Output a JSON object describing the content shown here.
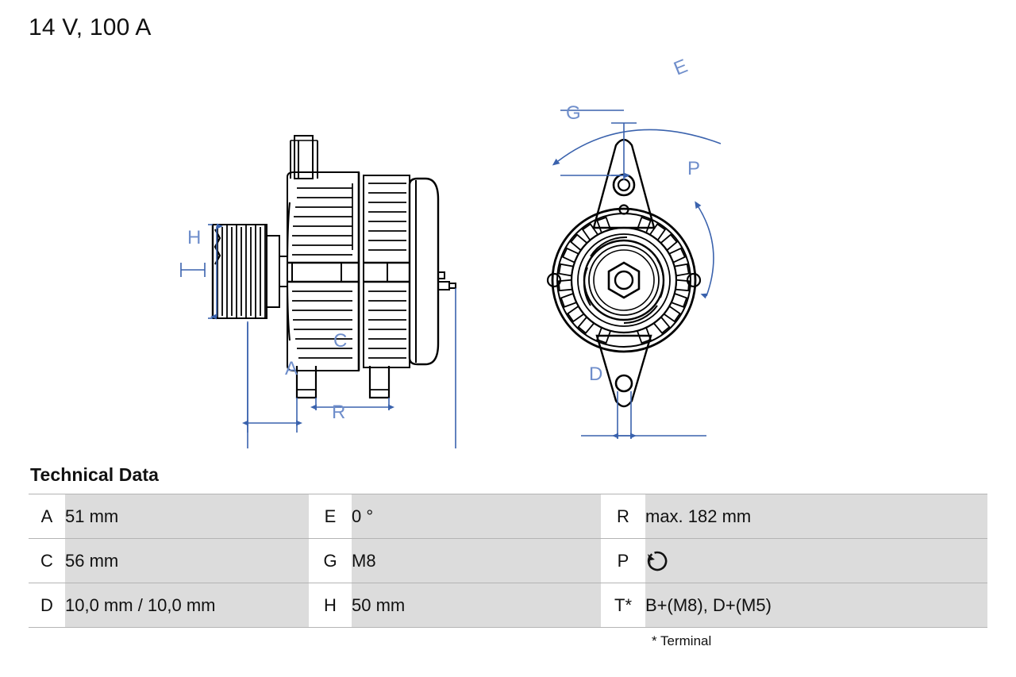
{
  "header": {
    "title": "14 V, 100 A"
  },
  "drawing": {
    "side_view_labels": [
      "H",
      "C",
      "A",
      "R"
    ],
    "front_view_labels": [
      "E",
      "G",
      "P",
      "D"
    ],
    "dimension_color": "#3a62ad",
    "line_color": "#000000",
    "labels": {
      "H": "H",
      "C": "C",
      "A": "A",
      "R": "R",
      "E": "E",
      "G": "G",
      "P": "P",
      "D": "D"
    }
  },
  "tech": {
    "heading": "Technical Data",
    "rows": [
      {
        "k1": "A",
        "v1": "51 mm",
        "k2": "E",
        "v2": "0 °",
        "k3": "R",
        "v3": "max. 182 mm"
      },
      {
        "k1": "C",
        "v1": "56 mm",
        "k2": "G",
        "v2": "M8",
        "k3": "P",
        "v3": ""
      },
      {
        "k1": "D",
        "v1": "10,0 mm / 10,0 mm",
        "k2": "H",
        "v2": "50 mm",
        "k3": "T*",
        "v3": "B+(M8), D+(M5)"
      }
    ],
    "p_value_icon": "rotation-counterclockwise-icon",
    "footnote": "* Terminal"
  }
}
